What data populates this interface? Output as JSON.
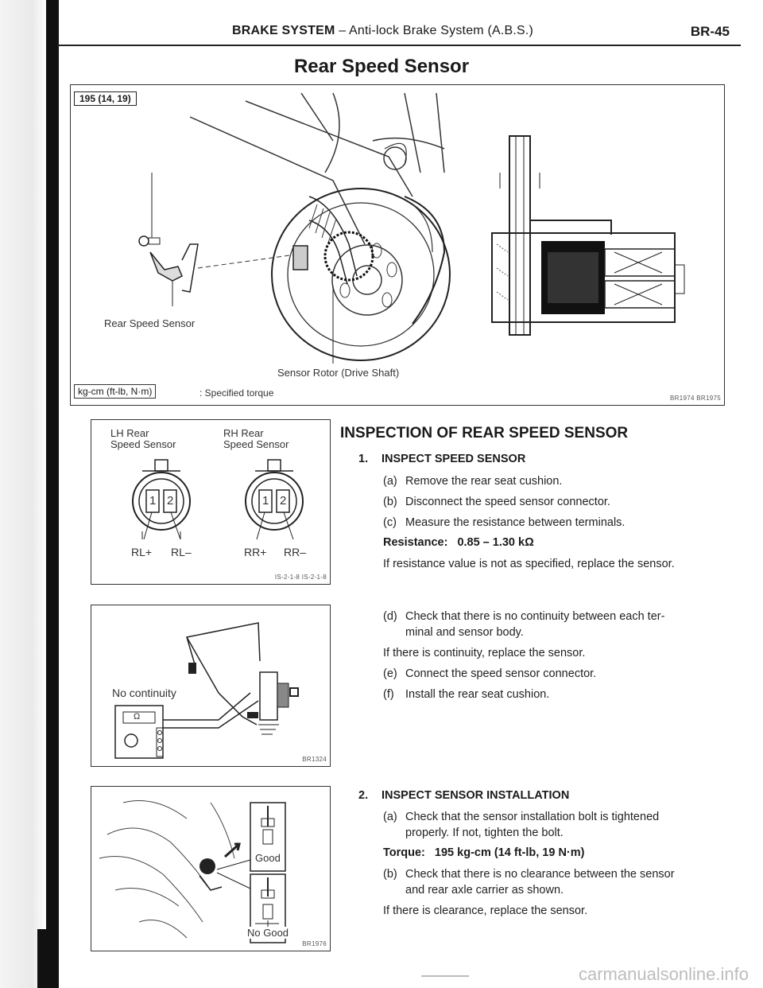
{
  "header": {
    "title_bold": "BRAKE SYSTEM",
    "title_rest": "– Anti-lock Brake System (A.B.S.)",
    "page_code": "BR-45"
  },
  "page_title": "Rear Speed Sensor",
  "figure_main": {
    "torque_label": "195 (14, 19)",
    "sensor_label": "Rear Speed Sensor",
    "rotor_label": "Sensor Rotor (Drive Shaft)",
    "units_box": "kg-cm (ft-lb, N·m)",
    "units_caption": ": Specified torque",
    "fig_code": "BR1974 BR1975"
  },
  "figure_connectors": {
    "lh_label": "LH Rear\nSpeed Sensor",
    "rh_label": "RH Rear\nSpeed Sensor",
    "pin1": "1",
    "pin2": "2",
    "lh_pins": [
      "RL+",
      "RL–"
    ],
    "rh_pins": [
      "RR+",
      "RR–"
    ],
    "fig_code": "IS-2-1-8 IS-2-1-8"
  },
  "figure_continuity": {
    "label": "No continuity",
    "ohm_symbol": "Ω",
    "fig_code": "BR1324"
  },
  "figure_clearance": {
    "good_label": "Good",
    "nogood_label": "No Good",
    "fig_code": "BR1976"
  },
  "section": {
    "title": "INSPECTION OF REAR SPEED SENSOR",
    "step1": {
      "num": "1.",
      "title": "INSPECT SPEED SENSOR",
      "items": [
        {
          "tag": "(a)",
          "text": "Remove the rear seat cushion."
        },
        {
          "tag": "(b)",
          "text": "Disconnect the speed sensor connector."
        },
        {
          "tag": "(c)",
          "text": "Measure the resistance between terminals."
        }
      ],
      "resistance_label": "Resistance:",
      "resistance_value": "0.85 – 1.30 kΩ",
      "resistance_note": "If resistance value is not as specified, replace the sensor.",
      "item_d_tag": "(d)",
      "item_d_line1": "Check that there is no continuity between each ter-",
      "item_d_line2": "minal and sensor body.",
      "continuity_note": "If there is continuity, replace the sensor.",
      "item_e": {
        "tag": "(e)",
        "text": "Connect the speed sensor connector."
      },
      "item_f": {
        "tag": "(f)",
        "text": "Install the rear seat cushion."
      }
    },
    "step2": {
      "num": "2.",
      "title": "INSPECT SENSOR INSTALLATION",
      "item_a_tag": "(a)",
      "item_a_line1": "Check that the sensor installation bolt is tightened",
      "item_a_line2": "properly. If not, tighten the bolt.",
      "torque_label": "Torque:",
      "torque_value": "195 kg-cm (14 ft-lb, 19 N·m)",
      "item_b_tag": "(b)",
      "item_b_line1": "Check that there is no clearance between the sensor",
      "item_b_line2": "and rear axle carrier as shown.",
      "clearance_note": "If there is clearance, replace the sensor."
    }
  },
  "watermark": "carmanualsonline.info"
}
